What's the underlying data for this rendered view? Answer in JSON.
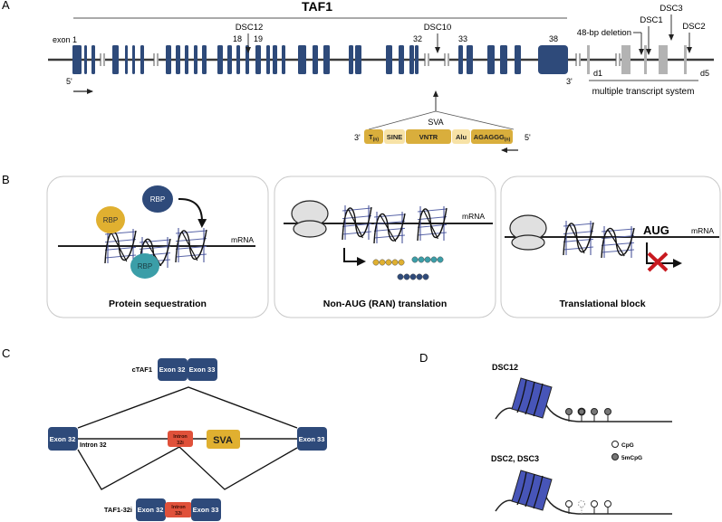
{
  "panels": {
    "a": {
      "letter": "A",
      "gene_title": "TAF1",
      "exon1_label": "exon 1",
      "five_prime": "5'",
      "three_prime": "3'",
      "exon_labels": {
        "e18": "18",
        "e19": "19",
        "e32": "32",
        "e33": "33",
        "e38": "38"
      },
      "dsc_labels": {
        "dsc12": "DSC12",
        "dsc10": "DSC10",
        "dsc1": "DSC1",
        "dsc3": "DSC3",
        "dsc2": "DSC2"
      },
      "deletion_label": "48-bp deletion",
      "d1_label": "d1",
      "d5_label": "d5",
      "mts_label": "multiple transcript system",
      "sva_label": "SVA",
      "sva_three": "3'",
      "sva_five": "5'",
      "sva_segments": [
        {
          "label": "T(n)",
          "main": "T",
          "sub": "(n)",
          "style": "dark"
        },
        {
          "label": "SINE",
          "main": "SINE",
          "sub": "",
          "style": "light"
        },
        {
          "label": "VNTR",
          "main": "VNTR",
          "sub": "",
          "style": "dark"
        },
        {
          "label": "Alu",
          "main": "Alu",
          "sub": "",
          "style": "light"
        },
        {
          "label": "AGAGGG(n)",
          "main": "AGAGGG",
          "sub": "(n)",
          "style": "dark"
        }
      ]
    },
    "b": {
      "letter": "B",
      "boxes": [
        {
          "title": "Protein sequestration",
          "mrna": "mRNA",
          "rbp_labels": [
            "RBP",
            "RBP",
            "RBP"
          ]
        },
        {
          "title": "Non-AUG (RAN) translation",
          "mrna": "mRNA"
        },
        {
          "title": "Translational block",
          "mrna": "mRNA",
          "aug": "AUG"
        }
      ]
    },
    "c": {
      "letter": "C",
      "ctaf1_label": "cTAF1",
      "taf132i_label": "TAF1-32i",
      "exon32": "Exon 32",
      "exon33": "Exon 33",
      "intron32": "Intron 32",
      "intron32i_line1": "Intron",
      "intron32i_line2": "32i",
      "sva": "SVA"
    },
    "d": {
      "letter": "D",
      "top_label": "DSC12",
      "bottom_label": "DSC2, DSC3",
      "legend": [
        {
          "label": "CpG",
          "type": "open"
        },
        {
          "label": "5mCpG",
          "type": "filled"
        }
      ]
    }
  },
  "colors": {
    "exon_blue": "#2e4a7a",
    "grey_exon": "#b3b3b3",
    "sva_dark": "#d9ae3c",
    "sva_light": "#f7e2a6",
    "rbp_gold": "#e0b030",
    "rbp_navy": "#2e4a7a",
    "rbp_teal": "#3b9ea8",
    "intron_red": "#e0513a",
    "nucleosome": "#4755b8",
    "block_x": "#c8191f"
  }
}
